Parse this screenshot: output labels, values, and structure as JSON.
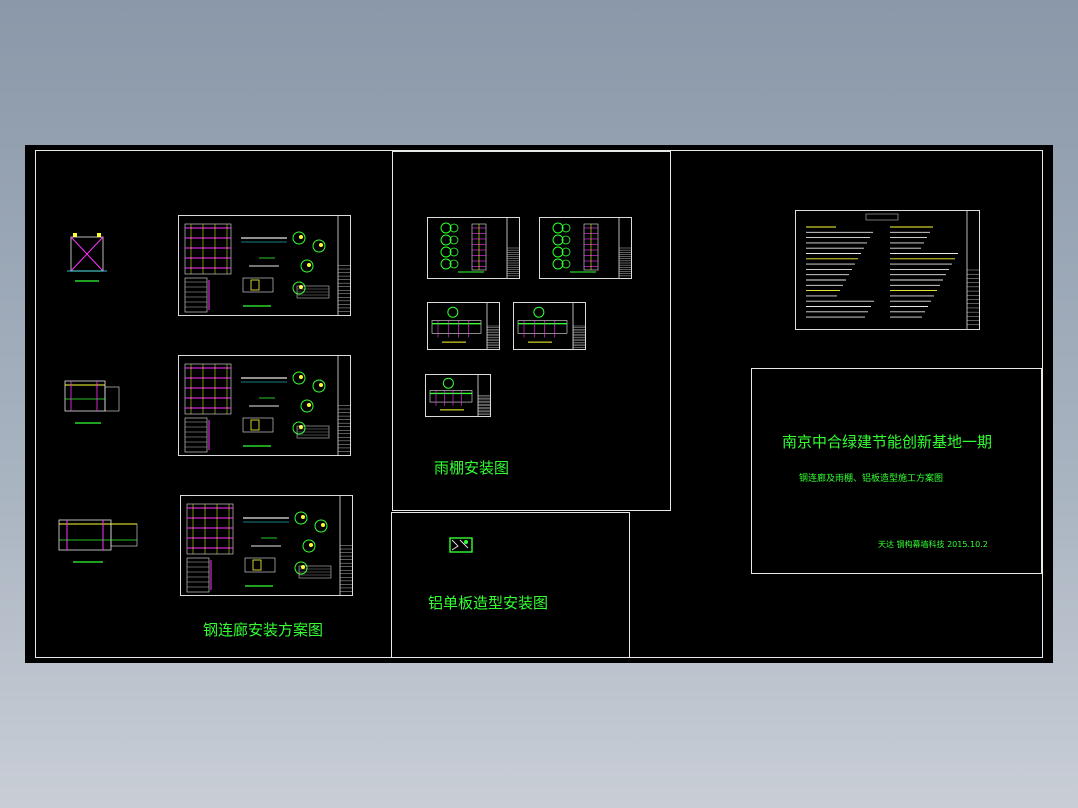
{
  "sections": {
    "steel_corridor": {
      "title": "钢连廊安装方案图"
    },
    "canopy": {
      "title": "雨棚安装图"
    },
    "aluminum": {
      "title": "铝单板造型安装图"
    }
  },
  "title_block": {
    "project": "南京中合绿建节能创新基地一期",
    "subtitle": "钢连廊及雨棚、铝板造型施工方案图",
    "company_date": "天达 钢构幕墙科技 2015.10.2"
  },
  "colors": {
    "background": "#000000",
    "outer_bg": "#98a5b5",
    "text_green": "#33ff33",
    "line_white": "#e8e8e8",
    "magenta": "#ff33ff",
    "yellow": "#ffff33",
    "cyan": "#33ffff"
  }
}
